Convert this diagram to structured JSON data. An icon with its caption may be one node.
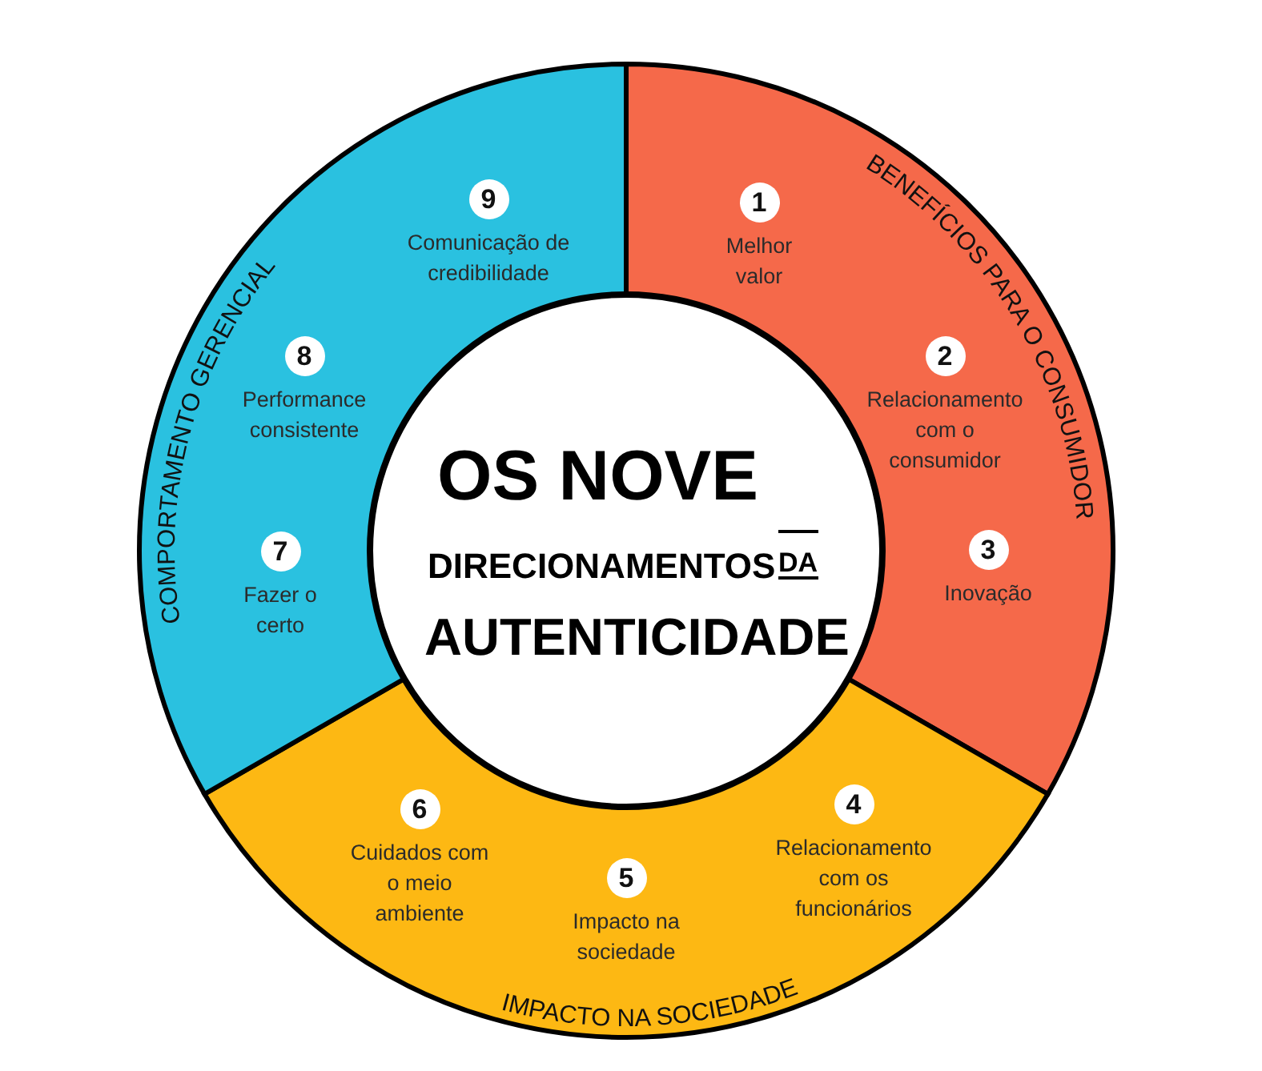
{
  "diagram": {
    "nodes": [
      {
        "text": [
          "OS NOVE",
          "DIRECIONAMENTOS",
          "DA",
          "AUTENTICIDADE"
        ]
      },
      {
        "text": [
          "BENEFÍCIOS PARA O CONSUMIDOR"
        ]
      },
      {
        "text": [
          "1",
          "Melhor valor"
        ],
        "in": 1
      },
      {
        "text": [
          "2",
          "Relacionamento com o consumidor"
        ],
        "in": 1
      },
      {
        "text": [
          "3",
          "Inovação"
        ],
        "in": 1
      },
      {
        "text": [
          "IMPACTO NA SOCIEDADE"
        ]
      },
      {
        "text": [
          "4",
          "Relacionamento com os funcionários"
        ],
        "in": 5
      },
      {
        "text": [
          "5",
          "Impacto na sociedade"
        ],
        "in": 5
      },
      {
        "text": [
          "6",
          "Cuidados com o meio ambiente"
        ],
        "in": 5
      },
      {
        "text": [
          "COMPORTAMENTO GERENCIAL"
        ]
      },
      {
        "text": [
          "7",
          "Fazer o certo"
        ],
        "in": 9
      },
      {
        "text": [
          "8",
          "Performance consistente"
        ],
        "in": 9
      },
      {
        "text": [
          "9",
          "Comunicação de credibilidade"
        ],
        "in": 9
      }
    ]
  }
}
